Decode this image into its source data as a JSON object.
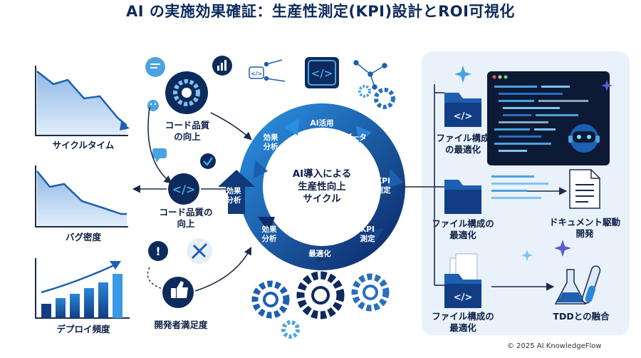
{
  "title": "AI の実施効果確証：生産性測定(KPI)設計とROI可視化",
  "left_metrics": {
    "cycle_time": "サイクルタイム",
    "bug_density": "バグ密度",
    "deploy_frequency": "デプロイ頻度"
  },
  "middle_nodes": {
    "code_quality_top": "コード品質\nの向上",
    "code_quality_mid": "コード品質の\n向上",
    "developer_satisfaction": "開発者満足度"
  },
  "cycle": {
    "center": "AI導入による\n生産性向上\nサイクル",
    "ai_usage": "AI活用",
    "data_collection": "データ\n収集",
    "kpi_measure_1": "KPI\n測定",
    "kpi_measure_2": "KPI\n測定",
    "optimization": "最適化",
    "effect_analysis_1": "効果\n分析",
    "effect_analysis_2": "効果\n分析",
    "effect_analysis_3": "効果\n分析"
  },
  "right_panel": {
    "file_structure_1": "ファイル構成\nの最適化",
    "file_structure_2": "ファイル構成の\n最適化",
    "file_structure_3": "ファイル構成の\n最適化",
    "document_driven": "ドキュメント駆動\n開発",
    "tdd_fusion": "TDDとの融合"
  },
  "code_brackets": "</>",
  "copyright": "© 2025 AI KnowledgeFlow",
  "colors": {
    "navy": "#0d2a5c",
    "blue": "#1d5fb0",
    "light_blue": "#4aa3e0",
    "panel_bg": "#e9f1fa"
  }
}
